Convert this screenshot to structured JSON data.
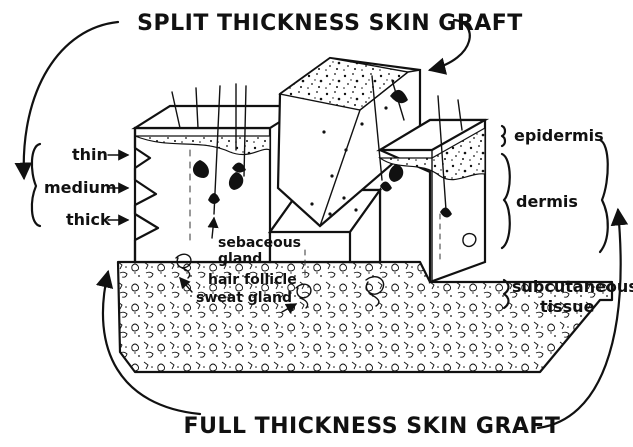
{
  "diagram": {
    "title_top": "SPLIT THICKNESS SKIN GRAFT",
    "title_bottom": "FULL THICKNESS SKIN GRAFT",
    "left_labels": {
      "thin": "thin",
      "medium": "medium",
      "thick": "thick"
    },
    "right_labels": {
      "epidermis": "epidermis",
      "dermis": "dermis",
      "subcutaneous_line1": "subcutaneous",
      "subcutaneous_line2": "tissue"
    },
    "structure_labels": {
      "sebaceous_line1": "sebaceous",
      "sebaceous_line2": "gland",
      "hair_follicle": "hair follicle",
      "sweat_gland": "sweat gland"
    }
  }
}
